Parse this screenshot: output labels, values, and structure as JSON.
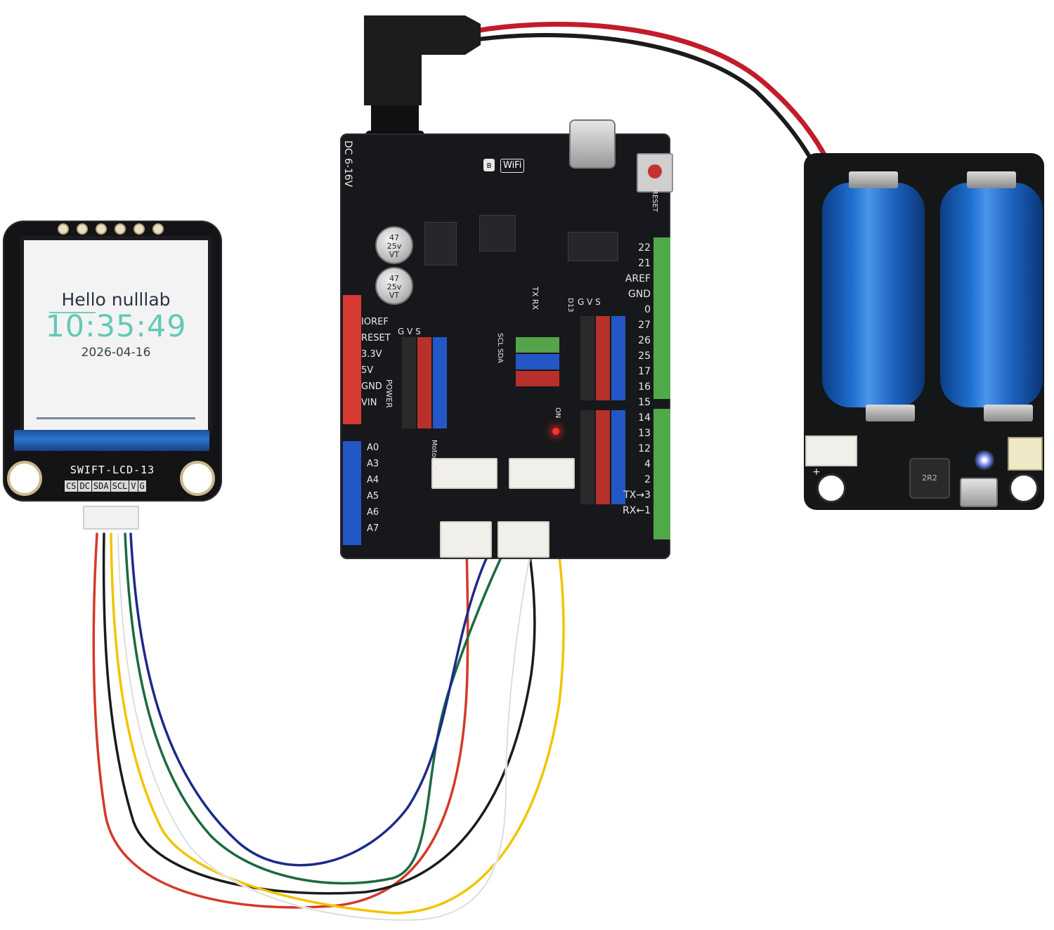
{
  "lcd": {
    "greeting": "Hello nulllab",
    "time": "10:35:49",
    "date": "2026-04-16",
    "model": "SWIFT-LCD-13",
    "pins": [
      "CS",
      "DC",
      "SDA",
      "SCL",
      "V",
      "G"
    ]
  },
  "board": {
    "dc_label": "DC 6-16V",
    "wifi_label": "WiFi",
    "reset_label": "RESET",
    "cap_label": "47\n25v\nVT",
    "power_labels": [
      "IOREF",
      "RESET",
      "3.3V",
      "5V",
      "GND",
      "VIN"
    ],
    "analog_labels": [
      "A0",
      "A3",
      "A4",
      "A5",
      "A6",
      "A7"
    ],
    "digital_labels": [
      "22",
      "21",
      "AREF",
      "GND",
      "0",
      "27",
      "26",
      "25",
      "17",
      "16",
      "15",
      "14",
      "13",
      "12",
      "4",
      "2",
      "TX→3",
      "RX←1"
    ],
    "header_gvs": "G V S",
    "power_label": "POWER",
    "motor_label": "Motor IO",
    "i2c_labels": "SCL SDA",
    "txrx_labels": "TX RX",
    "d13_label": "D13",
    "on_label": "ON"
  },
  "battery": {
    "plus_label": "+",
    "inductor_label": "2R2"
  },
  "colors": {
    "board": "#17181b",
    "screen_time": "#63c9b4",
    "battery_blue": "#1f6fd0",
    "header_red": "#d63a32",
    "header_blue": "#2457c6",
    "header_green": "#4fa84a"
  }
}
